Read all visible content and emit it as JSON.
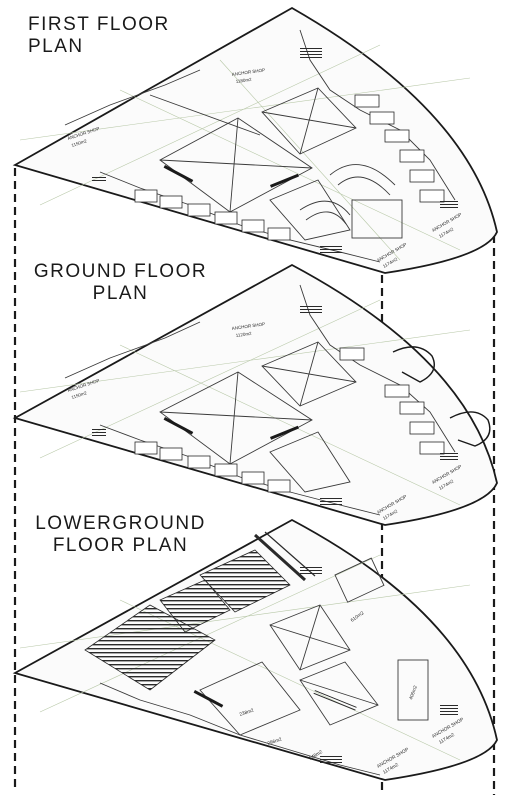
{
  "titles": {
    "first_floor": "FIRST FLOOR PLAN",
    "ground_floor_line1": "GROUND FLOOR",
    "ground_floor_line2": "PLAN",
    "lower_ground_line1": "LOWERGROUND",
    "lower_ground_line2": "FLOOR PLAN"
  },
  "first_floor": {
    "anchor_shop_label": "ANCHOR SHOP",
    "anchor_shop_area_top": "1180m2",
    "anchor_shop_area_left": "1150m2",
    "anchor_shop_area_right": "1174m2",
    "anchor_shop_area_bottom": "1174m2"
  },
  "ground_floor": {
    "anchor_shop_label": "ANCHOR SHOP",
    "anchor_shop_area_top": "1120m2",
    "anchor_shop_area_left": "1150m2",
    "anchor_shop_area_right": "1174m2",
    "anchor_shop_area_bottom": "1174m2"
  },
  "lower_ground": {
    "anchor_shop_label": "ANCHOR SHOP",
    "anchor_shop_area_bottom": "1174m2",
    "area_a": "610m2",
    "area_b": "406m2",
    "area_c": "238m2",
    "area_d": "296m2",
    "area_e": "148m2"
  },
  "colors": {
    "line": "#1a1a1a",
    "thin": "#5a5a5a",
    "grid": "#b8c8a8",
    "accent": "#c0392b"
  }
}
